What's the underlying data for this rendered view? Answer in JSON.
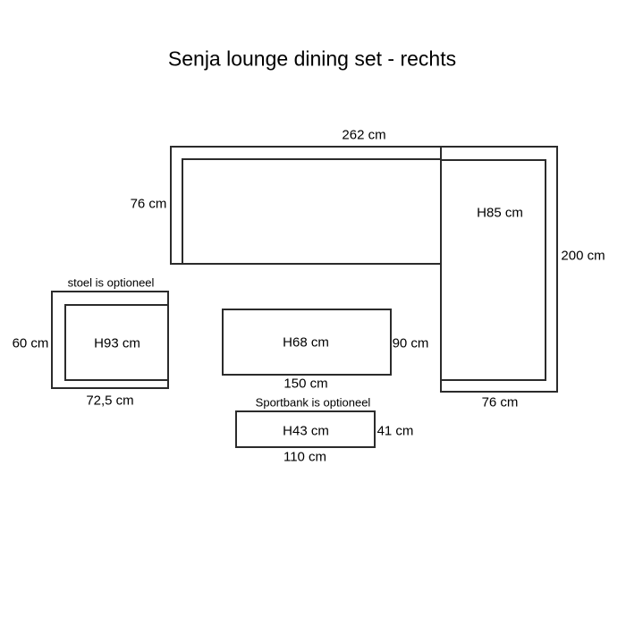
{
  "title": "Senja lounge dining set - rechts",
  "colors": {
    "background": "#ffffff",
    "line": "#2b2b2b",
    "text": "#000000"
  },
  "diagram": {
    "sofa": {
      "total_width_label": "262 cm",
      "depth_label": "76 cm",
      "height_label": "H85 cm",
      "length_label": "200 cm",
      "chaise_width_label": "76 cm"
    },
    "chair": {
      "note": "stoel is optioneel",
      "depth_label": "60 cm",
      "height_label": "H93 cm",
      "width_label": "72,5 cm"
    },
    "table": {
      "height_label": "H68 cm",
      "depth_label": "90 cm",
      "width_label": "150 cm"
    },
    "bench": {
      "note": "Sportbank is optioneel",
      "height_label": "H43 cm",
      "depth_label": "41 cm",
      "width_label": "110 cm"
    }
  }
}
